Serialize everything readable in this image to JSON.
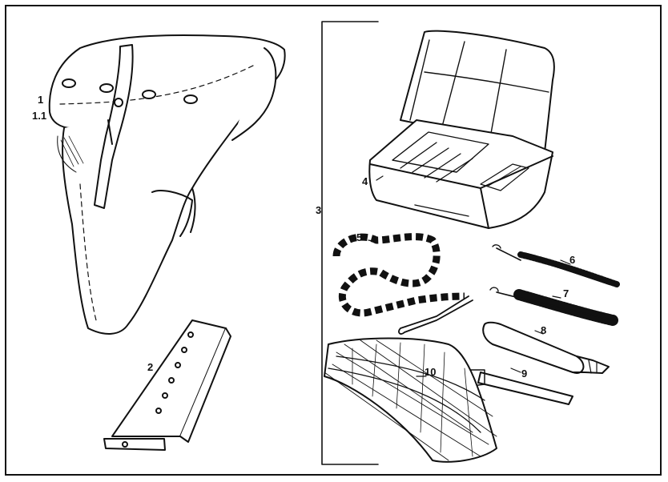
{
  "labels": {
    "l1": "1",
    "l1_1": "1.1",
    "l2": "2",
    "l3": "3",
    "l4": "4",
    "l5": "5",
    "l6": "6",
    "l7": "7",
    "l8": "8",
    "l9": "9",
    "l10": "10"
  },
  "colors": {
    "ink": "#111111",
    "paper": "#ffffff",
    "shade": "#d8d8d8"
  }
}
